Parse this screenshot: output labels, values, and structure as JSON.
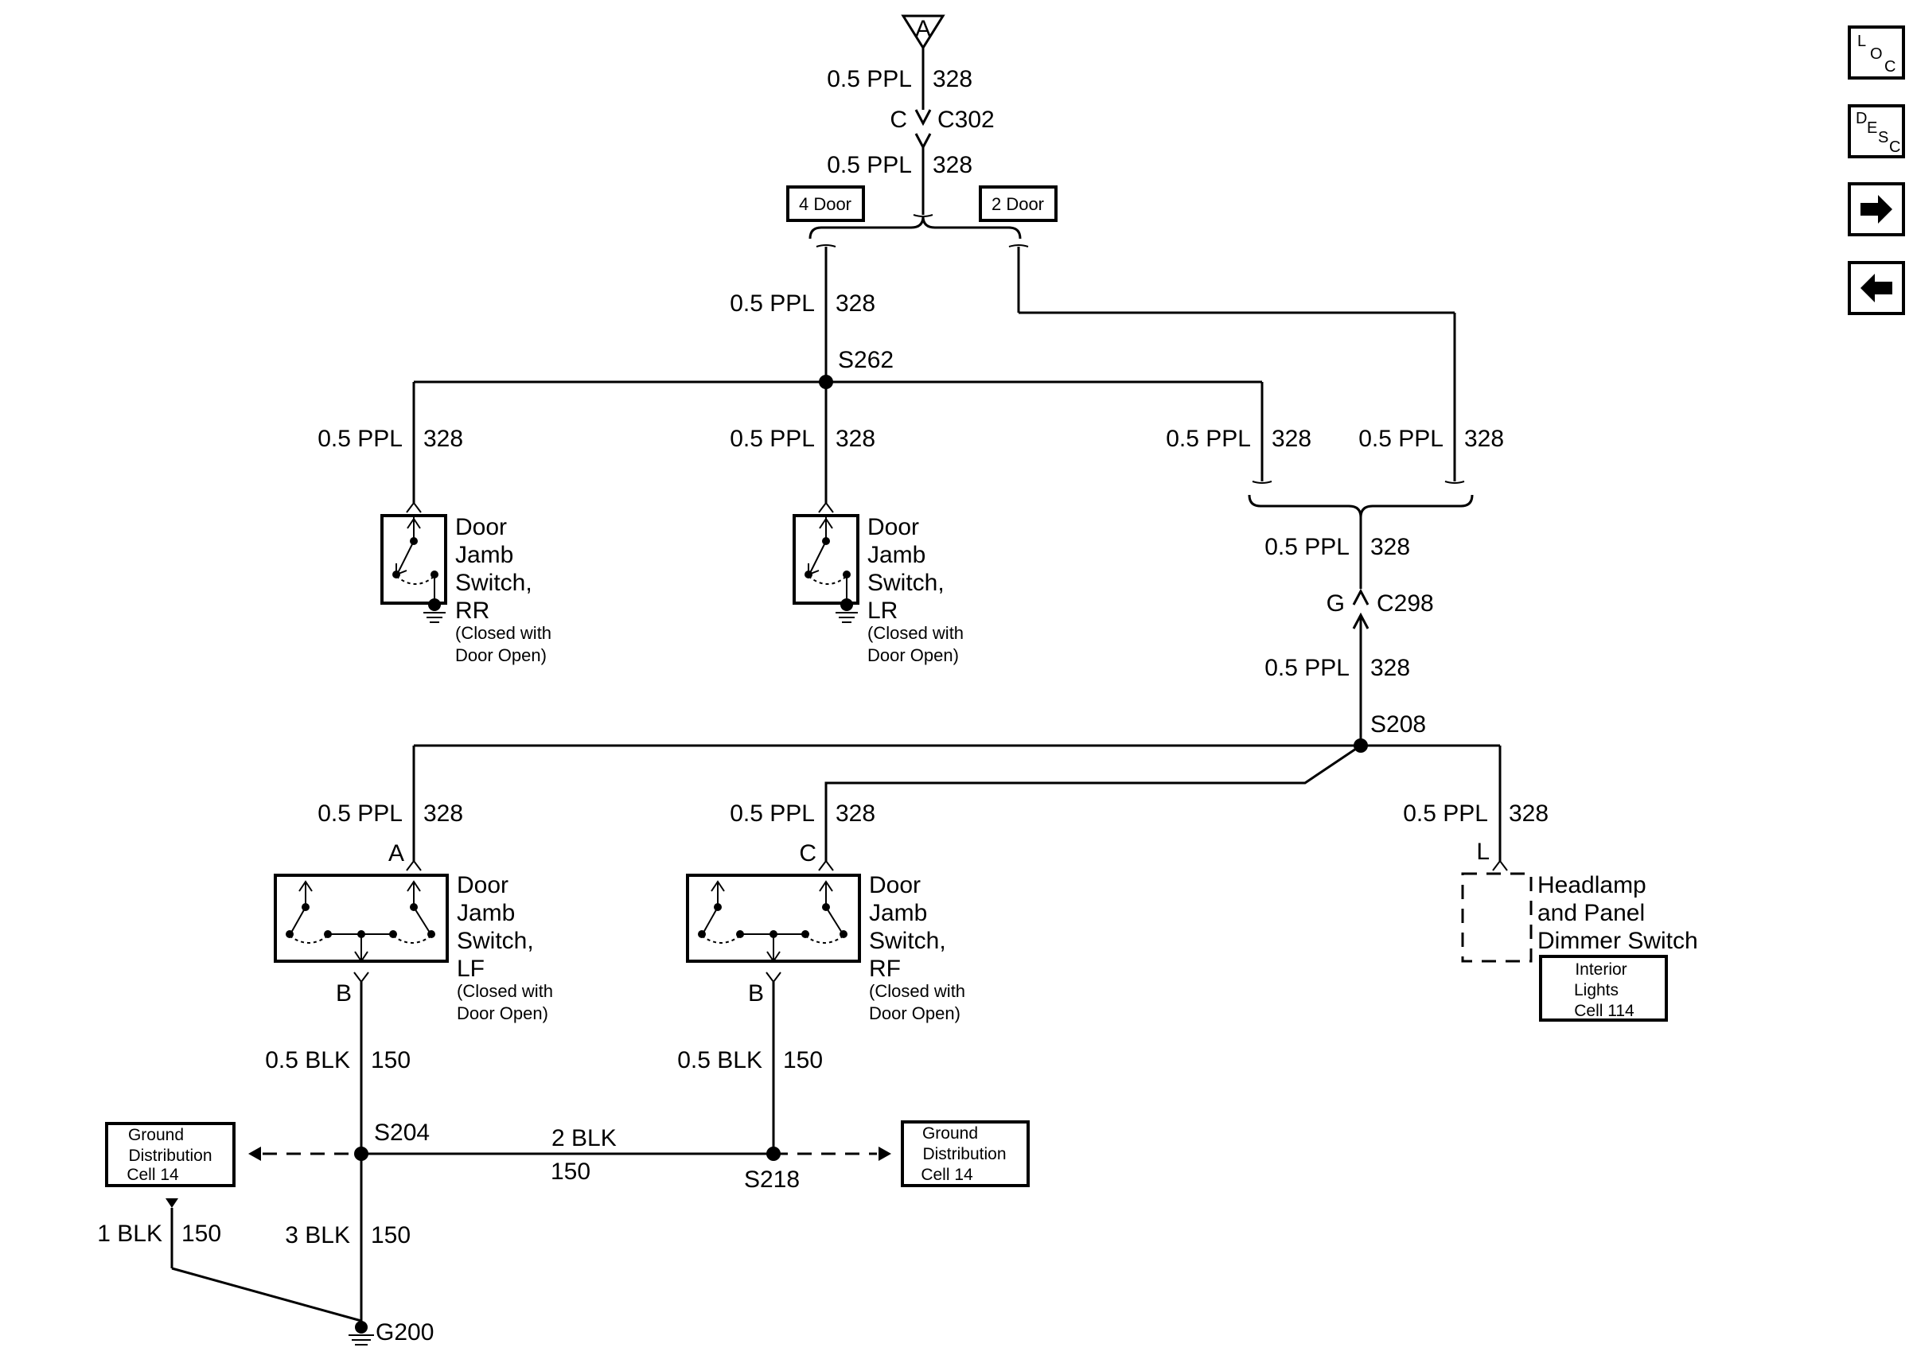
{
  "nav": {
    "loc": {
      "l": "L",
      "o": "O",
      "c": "C"
    },
    "desc": {
      "d": "D",
      "e": "E",
      "s": "S",
      "c": "C"
    }
  },
  "top_connector": {
    "pin": "A"
  },
  "wire_ppl": "0.5 PPL",
  "circuit_328": "328",
  "c302": {
    "pin": "C",
    "name": "C302"
  },
  "options": {
    "four_door": "4 Door",
    "two_door": "2 Door"
  },
  "splices": {
    "s262": "S262",
    "s208": "S208",
    "s204": "S204",
    "s218": "S218"
  },
  "c298": {
    "pin": "G",
    "name": "C298"
  },
  "switch_rr": {
    "line1": "Door",
    "line2": "Jamb",
    "line3": "Switch,",
    "line4": "RR",
    "note1": "(Closed with",
    "note2": "Door Open)"
  },
  "switch_lr": {
    "line1": "Door",
    "line2": "Jamb",
    "line3": "Switch,",
    "line4": "LR",
    "note1": "(Closed with",
    "note2": "Door Open)"
  },
  "switch_lf": {
    "pin_top": "A",
    "pin_bottom": "B",
    "line1": "Door",
    "line2": "Jamb",
    "line3": "Switch,",
    "line4": "LF",
    "note1": "(Closed with",
    "note2": "Door Open)"
  },
  "switch_rf": {
    "pin_top": "C",
    "pin_bottom": "B",
    "line1": "Door",
    "line2": "Jamb",
    "line3": "Switch,",
    "line4": "RF",
    "note1": "(Closed with",
    "note2": "Door Open)"
  },
  "headlamp_switch": {
    "pin": "L",
    "line1": "Headlamp",
    "line2": "and Panel",
    "line3": "Dimmer Switch"
  },
  "interior_lights_ref": {
    "line1": "Interior",
    "line2": "Lights",
    "line3": "Cell 114"
  },
  "ground_ref": {
    "line1": "Ground",
    "line2": "Distribution",
    "line3": "Cell 14"
  },
  "wire_blk_05": "0.5 BLK",
  "wire_blk_2": "2 BLK",
  "wire_blk_3": "3 BLK",
  "wire_blk_1": "1 BLK",
  "circuit_150": "150",
  "ground_g200": "G200"
}
